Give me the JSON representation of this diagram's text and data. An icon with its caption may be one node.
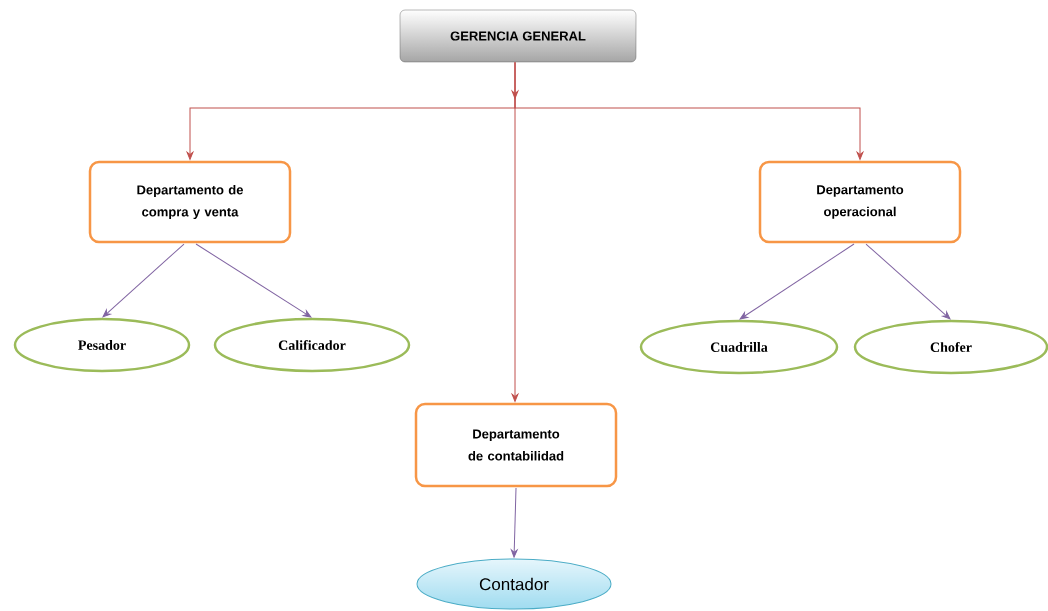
{
  "diagram": {
    "nodes": [
      {
        "text": [
          "GERENCIA GENERAL"
        ]
      },
      {
        "text": [
          "Departamento de compra y venta"
        ]
      },
      {
        "text": [
          "Departamento operacional"
        ]
      },
      {
        "text": [
          "Pesador"
        ]
      },
      {
        "text": [
          "Calificador"
        ]
      },
      {
        "text": [
          "Cuadrilla"
        ]
      },
      {
        "text": [
          "Chofer"
        ]
      },
      {
        "text": [
          "Departamento de contabilidad"
        ]
      },
      {
        "text": [
          "Contador"
        ]
      }
    ],
    "edges": [
      {
        "from": 0,
        "to": 1,
        "arrow": "to",
        "color": "#c0504d"
      },
      {
        "from": 0,
        "to": 7,
        "arrow": "to",
        "color": "#c0504d"
      },
      {
        "from": 0,
        "to": 2,
        "arrow": "to",
        "color": "#c0504d"
      },
      {
        "from": 1,
        "to": 3,
        "arrow": "to"
      },
      {
        "from": 1,
        "to": 4,
        "arrow": "to"
      },
      {
        "from": 2,
        "to": 5,
        "arrow": "to"
      },
      {
        "from": 2,
        "to": 6,
        "arrow": "to"
      },
      {
        "from": 7,
        "to": 8,
        "arrow": "to"
      }
    ]
  }
}
